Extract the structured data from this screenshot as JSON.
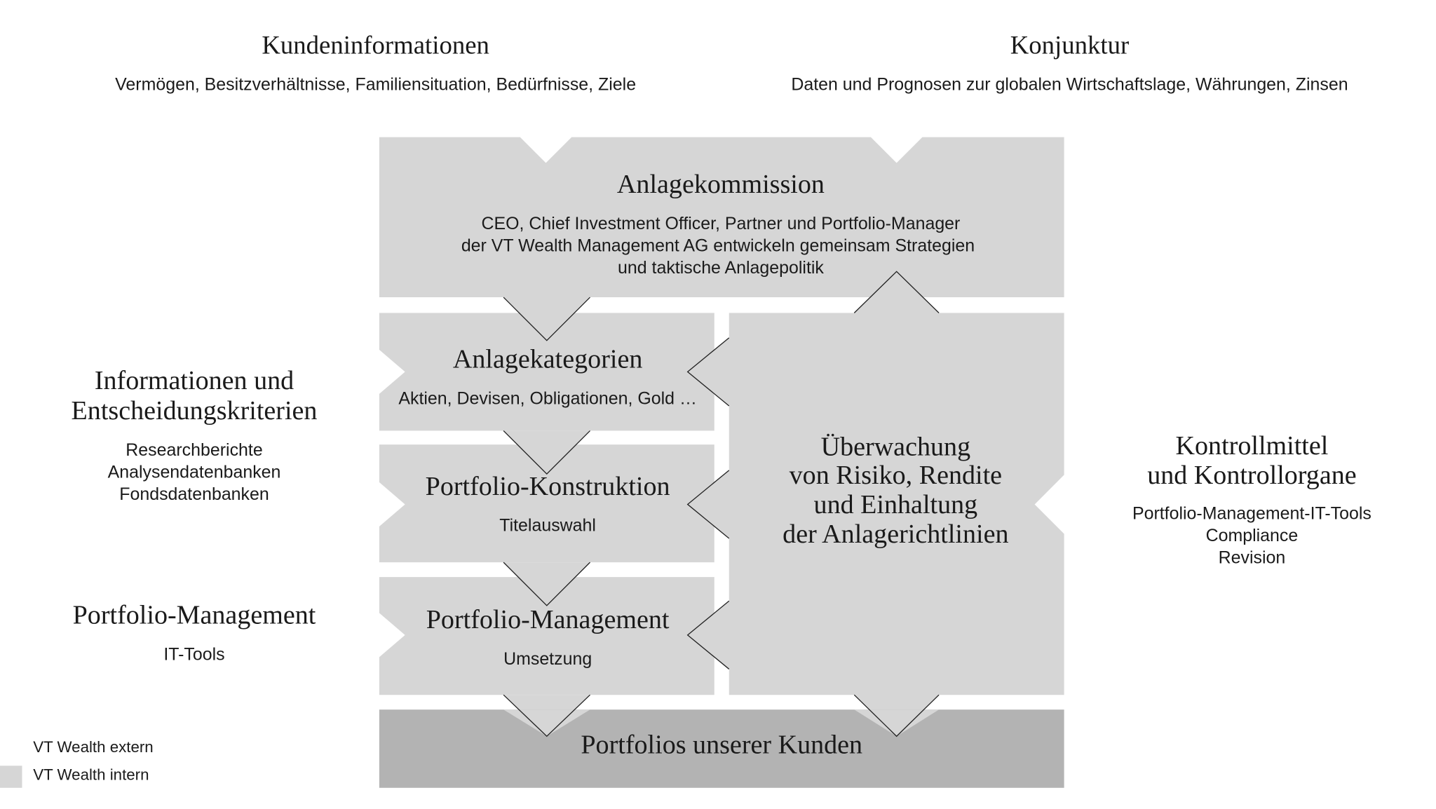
{
  "top": {
    "left": {
      "title": "Kundeninformationen",
      "subtitle": "Vermögen, Besitzverhältnisse, Familiensituation, Bedürfnisse, Ziele"
    },
    "right": {
      "title": "Konjunktur",
      "subtitle": "Daten und Prognosen zur globalen Wirtschaftslage, Währungen, Zinsen"
    }
  },
  "commission": {
    "title": "Anlagekommission",
    "lines": [
      "CEO, Chief Investment Officer, Partner und Portfolio-Manager",
      "der VT Wealth Management AG entwickeln gemeinsam Strategien",
      "und taktische Anlagepolitik"
    ]
  },
  "steps": [
    {
      "title": "Anlagekategorien",
      "subtitle": "Aktien, Devisen, Obligationen, Gold …"
    },
    {
      "title": "Portfolio-Konstruktion",
      "subtitle": "Titelauswahl"
    },
    {
      "title": "Portfolio-Management",
      "subtitle": "Umsetzung"
    }
  ],
  "monitoring": {
    "lines": [
      "Überwachung",
      "von Risiko, Rendite",
      "und Einhaltung",
      "der Anlagerichtlinien"
    ]
  },
  "bottom": {
    "title": "Portfolios unserer Kunden"
  },
  "left_side": {
    "info": {
      "title": [
        "Informationen und",
        "Entscheidungskriterien"
      ],
      "items": [
        "Researchberichte",
        "Analysendatenbanken",
        "Fondsdatenbanken"
      ]
    },
    "pm": {
      "title": "Portfolio-Management",
      "items": [
        "IT-Tools"
      ]
    }
  },
  "right_side": {
    "title": [
      "Kontrollmittel",
      "und Kontrollorgane"
    ],
    "items": [
      "Portfolio-Management-IT-Tools",
      "Compliance",
      "Revision"
    ]
  },
  "legend": [
    {
      "label": "VT Wealth extern",
      "color": "#ffffff"
    },
    {
      "label": "VT Wealth intern",
      "color": "#d6d6d6"
    }
  ],
  "colors": {
    "internal": "#d6d6d6",
    "client": "#b3b3b3"
  }
}
